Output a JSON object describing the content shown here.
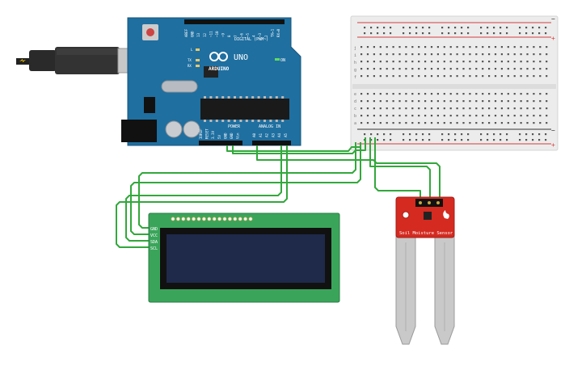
{
  "arduino": {
    "logo_text": "ARDUINO",
    "model_label": "UNO",
    "on_label": "ON",
    "tx_label": "TX",
    "rx_label": "RX",
    "l_label": "L",
    "digital_header": "DIGITAL (PWM~)",
    "power_header": "POWER",
    "analog_header": "ANALOG IN",
    "top_pins": [
      "AREF",
      "GND",
      "13",
      "12",
      "~11",
      "~10",
      "~9",
      "8",
      "7",
      "~6",
      "~5",
      "4",
      "~3",
      "2",
      "TX▸1",
      "RX◂0"
    ],
    "power_pins": [
      "IOREF",
      "RESET",
      "3.3V",
      "5V",
      "GND",
      "GND",
      "Vin"
    ],
    "analog_pins": [
      "A0",
      "A1",
      "A2",
      "A3",
      "A4",
      "A5"
    ]
  },
  "lcd": {
    "pin_labels": [
      "GND",
      "VCC",
      "SDA",
      "SCL"
    ]
  },
  "sensor": {
    "title": "Soil Moisture Sensor"
  },
  "breadboard": {
    "row_letters_top": [
      "j",
      "i",
      "h",
      "g",
      "f"
    ],
    "row_letters_bottom": [
      "e",
      "d",
      "c",
      "b",
      "a"
    ],
    "minus_label": "−",
    "plus_label": "+"
  },
  "colors": {
    "arduino_board": "#1f6fa0",
    "wire": "#32a83c",
    "lcd_pcb": "#3aa55a",
    "lcd_screen": "#1f2a4a",
    "sensor_red": "#d42a20",
    "probe": "#c9c9c9",
    "breadboard": "#ececec",
    "rail_red": "#d53b3b",
    "rail_black": "#333333"
  }
}
